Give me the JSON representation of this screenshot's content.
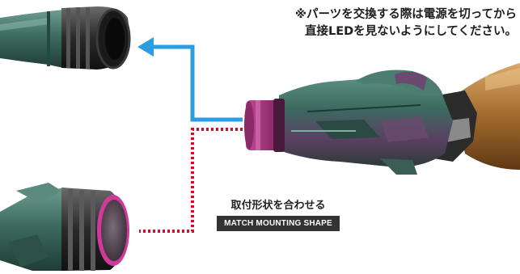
{
  "notice": {
    "line1": "※パーツを交換する際は電源を切ってから",
    "line2": "直接LEDを見ないようにしてください。"
  },
  "label": {
    "jp": "取付形状を合わせる",
    "en": "MATCH MOUNTING SHAPE"
  },
  "colors": {
    "arrow_blue": "#2a9ee0",
    "dotted_red": "#d0102a",
    "armor_green": "#3f6f63",
    "armor_purple": "#6b3a6a",
    "led_magenta": "#b0307a",
    "bronze": "#b07a3a"
  }
}
